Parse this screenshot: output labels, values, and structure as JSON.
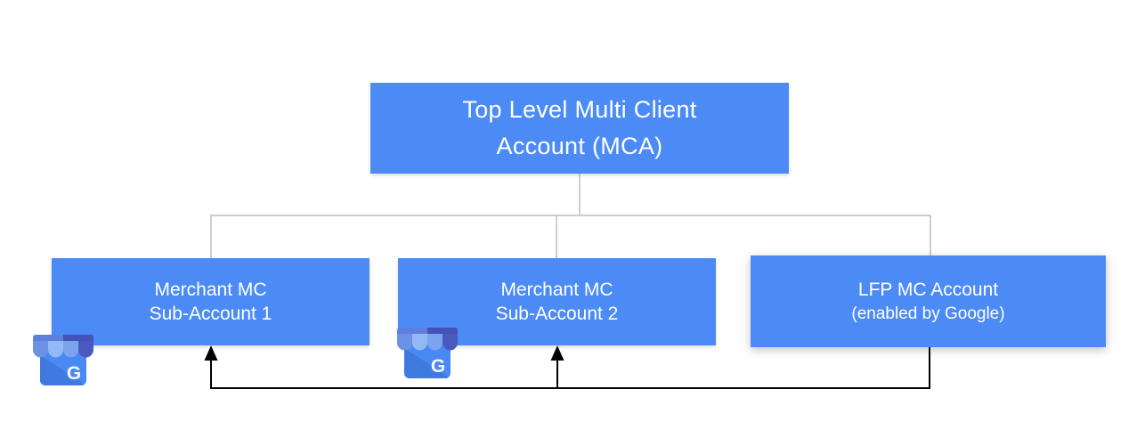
{
  "diagram": {
    "title_box": {
      "line1": "Top Level Multi Client",
      "line2": "Account (MCA)"
    },
    "sub_boxes": [
      {
        "line1": "Merchant MC",
        "line2": "Sub-Account 1",
        "icon": "google-business-storefront"
      },
      {
        "line1": "Merchant MC",
        "line2": "Sub-Account 2",
        "icon": "google-business-storefront"
      },
      {
        "line1": "LFP MC Account",
        "line2": "(enabled by Google)",
        "icon": null
      }
    ],
    "icons": {
      "google_business_letter": "G"
    },
    "colors": {
      "box_fill": "#4C8BF5",
      "box_text": "#FFFFFF",
      "tree_line": "#BDBDBD",
      "flow_line": "#000000",
      "icon_body": "#4989F5",
      "icon_fold": "#3F7AE0",
      "icon_awning_bar_left": "#5E80DC",
      "icon_awning_bar_right": "#4353B8",
      "icon_scallop_1": "#6C92E6",
      "icon_scallop_2": "#93B9F5",
      "icon_scallop_3": "#7BA3EE",
      "icon_scallop_4": "#4A59C0",
      "icon_letter": "#F4F8FF"
    }
  }
}
